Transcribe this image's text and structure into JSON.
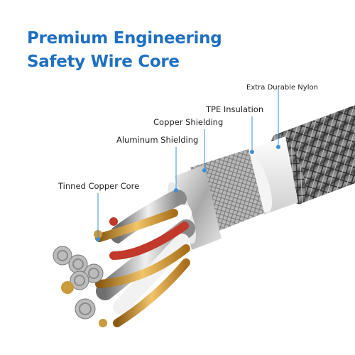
{
  "headline": {
    "line1": "Premium Engineering",
    "line2": "Safety Wire Core"
  },
  "callouts": {
    "nylon": "Extra Durable Nylon",
    "tpe": "TPE Insulation",
    "copper_shielding": "Copper Shielding",
    "aluminum_shielding": "Aluminum Shielding",
    "tinned_core": "Tinned Copper Core"
  },
  "colors": {
    "headline": "#1f6fc2",
    "leader_line": "#3d8fd6",
    "callout_text": "#222222"
  }
}
